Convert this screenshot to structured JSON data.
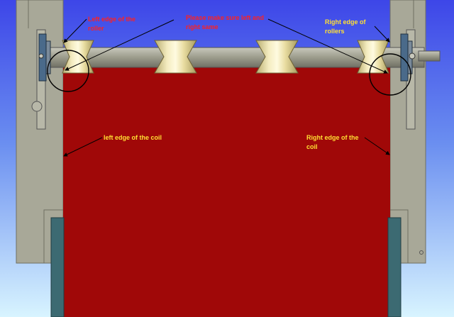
{
  "annotations": {
    "left_roller_edge": "Left edge of the roller",
    "instruction": "Please make sure left and right same",
    "right_roller_edge": "Right edge of rollers",
    "left_coil_edge": "left edge of the coil",
    "right_coil_edge": "Right edge of the coil"
  },
  "colors": {
    "background_top": "#3d46e8",
    "background_bottom": "#d8f4ff",
    "frame": "#a8a898",
    "coil": "#a00808",
    "roller": "#e8dca0",
    "shaft": "#9c9c8c",
    "guide": "#3c6a72",
    "red_text": "#ff2020",
    "yellow_text": "#ffe033"
  }
}
